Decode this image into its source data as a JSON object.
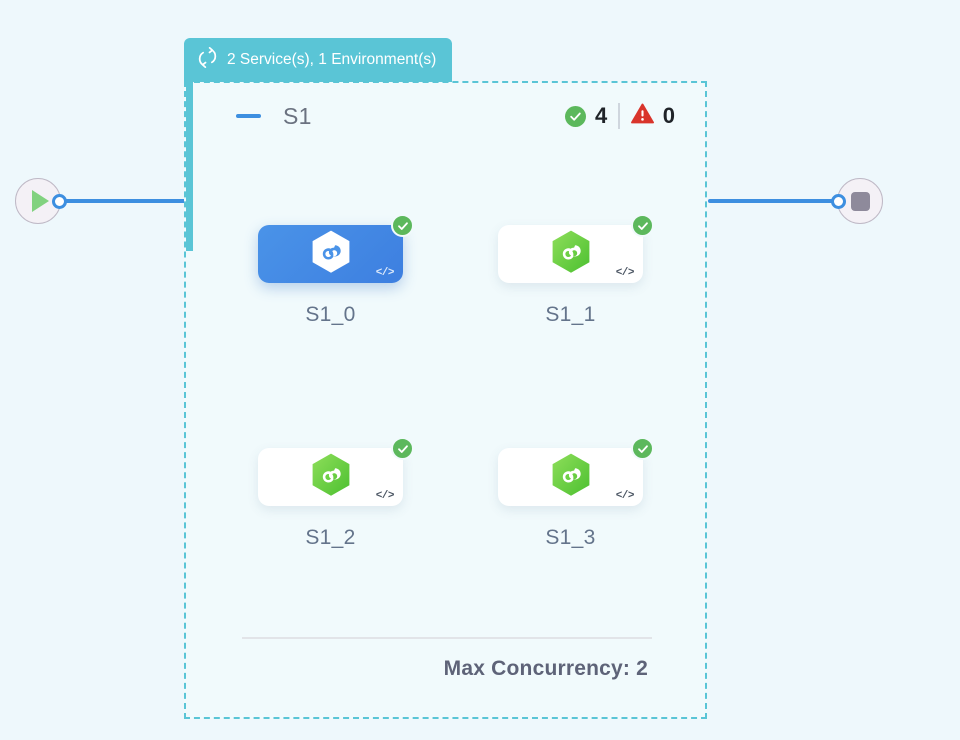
{
  "canvas": {
    "background_color": "#eef8fc"
  },
  "start_node": {
    "icon": "play-icon",
    "port": "output-port"
  },
  "end_node": {
    "icon": "stop-icon",
    "port": "input-port"
  },
  "group": {
    "header": {
      "icon": "loop-icon",
      "title": "2 Service(s), 1 Environment(s)",
      "background_color": "#5ac5d6"
    },
    "border_color": "#5ac5d6",
    "stage": {
      "collapse_icon": "minus-icon",
      "label": "S1",
      "stats": [
        {
          "icon": "check-circle-icon",
          "color": "#5cb85c",
          "count": "4"
        },
        {
          "icon": "warning-triangle-icon",
          "color": "#d9342b",
          "count": "0"
        }
      ]
    },
    "nodes": [
      {
        "label": "S1_0",
        "selected": true,
        "logo": "nodejs-hexagon-icon",
        "status_icon": "check-circle-icon",
        "code_icon": "</>"
      },
      {
        "label": "S1_1",
        "selected": false,
        "logo": "nodejs-hexagon-icon",
        "status_icon": "check-circle-icon",
        "code_icon": "</>"
      },
      {
        "label": "S1_2",
        "selected": false,
        "logo": "nodejs-hexagon-icon",
        "status_icon": "check-circle-icon",
        "code_icon": "</>"
      },
      {
        "label": "S1_3",
        "selected": false,
        "logo": "nodejs-hexagon-icon",
        "status_icon": "check-circle-icon",
        "code_icon": "</>"
      }
    ],
    "footer": {
      "max_concurrency_label": "Max Concurrency: 2"
    }
  }
}
